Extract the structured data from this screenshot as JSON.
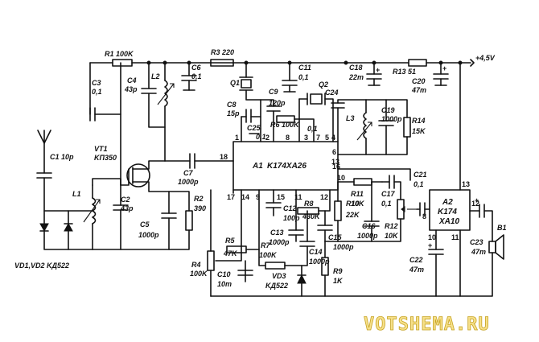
{
  "supply": "+4,5V",
  "watermark": "VOTSHEMA.RU",
  "ic1": {
    "ref": "A1",
    "part": "K174XA26"
  },
  "ic2": {
    "ref": "A2",
    "part": "K174",
    "part2": "XA10"
  },
  "labels": {
    "R1": "R1 100K",
    "R3": "R3 220",
    "R13": "R13 51",
    "C3": "C3",
    "C3v": "0,1",
    "C4": "C4",
    "C4v": "43p",
    "L2": "L2",
    "C6": "C6",
    "C6v": "0,1",
    "Q1": "Q1",
    "C8": "C8",
    "C8v": "15p",
    "C9": "C9",
    "C9v": "120p",
    "C11": "C11",
    "C11v": "0,1",
    "Q2": "Q2",
    "C18": "C18",
    "C18v": "22m",
    "C20": "C20",
    "C20v": "47m",
    "C25": "C25",
    "C25v": "0,1",
    "R6": "R6 100K",
    "C24": "C24",
    "C24v": "0,1",
    "L3": "L3",
    "C19": "C19",
    "C19v": "1000p",
    "R14": "R14",
    "R14v": "15K",
    "C1": "C1 10p",
    "VT1": "VT1",
    "VT1v": "KП350",
    "C7": "C7",
    "C7v": "1000p",
    "L1": "L1",
    "C2": "C2",
    "C2v": "43p",
    "C5": "C5",
    "C5v": "1000p",
    "R2": "R2",
    "R2v": "390",
    "C12": "C12",
    "C12v": "100p",
    "R8": "R8",
    "R8v": "430K",
    "C13": "C13",
    "C13v": "1000p",
    "C14": "C14",
    "C14v": "1000p",
    "C15": "C15",
    "C15v": "1000p",
    "R11": "R11",
    "R11v": "10K",
    "R10": "R10",
    "R10v": "22K",
    "C17": "C17",
    "C17v": "0,1",
    "C16": "C16",
    "C16v": "1000p",
    "R12": "R12",
    "R12v": "10K",
    "C21": "C21",
    "C21v": "0,1",
    "R5": "R5",
    "R5v": "47K",
    "R7": "R7",
    "R7v": "100K",
    "R4": "R4",
    "R4v": "100K",
    "C10": "C10",
    "C10v": "10m",
    "VD3": "VD3",
    "VD3v": "KД522",
    "R9": "R9",
    "R9v": "1K",
    "C22": "C22",
    "C22v": "47m",
    "C23": "C23",
    "C23v": "47m",
    "B1": "B1",
    "VD12": "VD1,VD2 KД522"
  },
  "pins": {
    "p1": "1",
    "p2": "2",
    "p3": "3",
    "p4": "4",
    "p5": "5",
    "p6": "6",
    "p7": "7",
    "p8": "8",
    "p9": "9",
    "p10": "10",
    "p11": "11",
    "p12": "12",
    "p13": "13",
    "p14": "14",
    "p15": "15",
    "p16": "16",
    "p17": "17",
    "p18": "18",
    "b13": "13",
    "b12": "12",
    "b8": "8",
    "b10": "10",
    "b11": "11"
  }
}
